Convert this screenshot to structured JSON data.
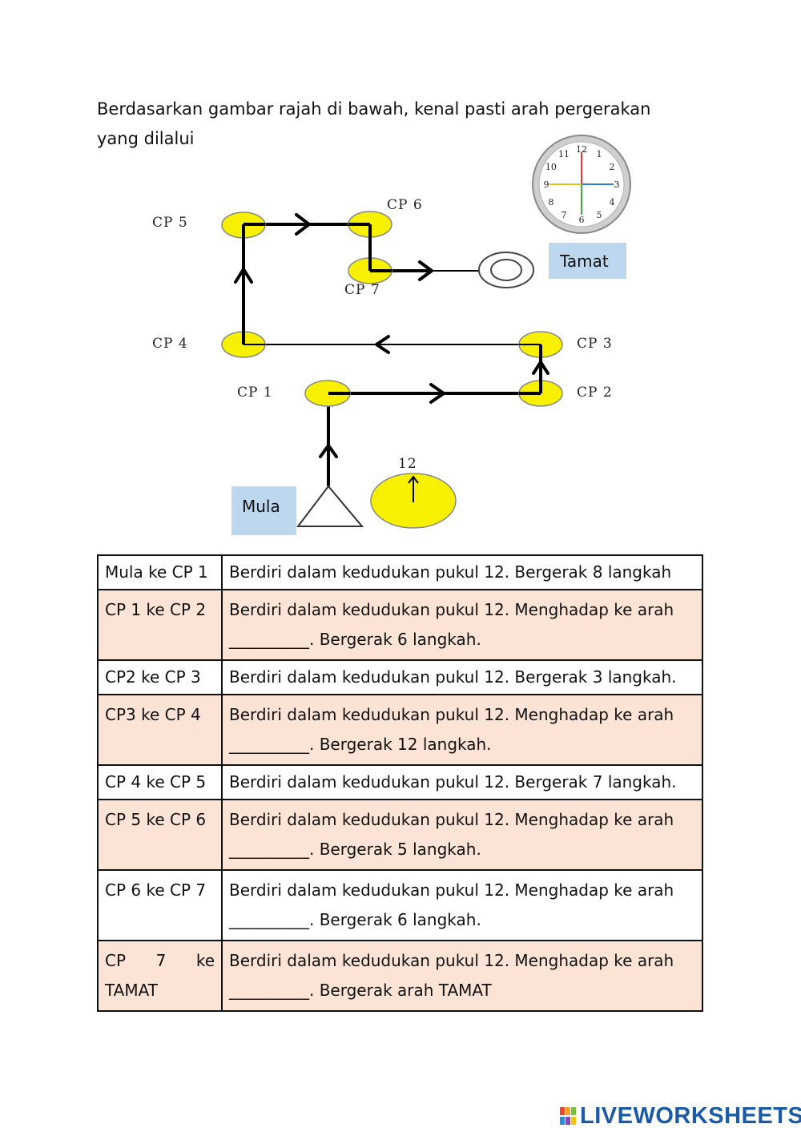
{
  "instruction": {
    "line1": "Berdasarkan gambar rajah di bawah, kenal pasti arah pergerakan",
    "line2": "yang dilalui"
  },
  "diagram": {
    "checkpoints": {
      "cp1": "CP 1",
      "cp2": "CP 2",
      "cp3": "CP 3",
      "cp4": "CP 4",
      "cp5": "CP 5",
      "cp6": "CP 6",
      "cp7": "CP 7"
    },
    "start_label": "Mula",
    "end_label": "Tamat",
    "compass_label": "12",
    "clock_numbers": [
      "12",
      "1",
      "2",
      "3",
      "4",
      "5",
      "6",
      "7",
      "8",
      "9",
      "10",
      "11"
    ],
    "colors": {
      "checkpoint": "#f7f100",
      "label_box": "#bdd7ee",
      "row_shade": "#fbe4d6"
    }
  },
  "table": {
    "rows": [
      {
        "step": "Mula ke CP 1",
        "text": "Berdiri dalam kedudukan pukul 12. Bergerak 8 langkah",
        "shaded": false
      },
      {
        "step": "CP 1 ke CP 2",
        "text": "Berdiri dalam kedudukan pukul 12. Menghadap ke arah __________. Bergerak 6 langkah.",
        "shaded": true
      },
      {
        "step": "CP2 ke CP 3",
        "text": "Berdiri dalam kedudukan pukul 12. Bergerak 3 langkah.",
        "shaded": false
      },
      {
        "step": "CP3 ke CP 4",
        "text": "Berdiri dalam kedudukan pukul 12. Menghadap ke arah __________. Bergerak 12 langkah.",
        "shaded": true
      },
      {
        "step": "CP 4 ke CP 5",
        "text": "Berdiri dalam kedudukan pukul 12. Bergerak 7 langkah.",
        "shaded": false
      },
      {
        "step": "CP 5 ke CP 6",
        "text": "Berdiri dalam kedudukan pukul 12. Menghadap ke arah __________. Bergerak 5 langkah.",
        "shaded": true
      },
      {
        "step": "CP 6 ke CP 7",
        "text": "Berdiri dalam kedudukan pukul 12. Menghadap ke arah __________. Bergerak 6 langkah.",
        "shaded": false
      },
      {
        "step": "CP 7 ke TAMAT",
        "text": "Berdiri dalam kedudukan pukul 12. Menghadap ke arah __________. Bergerak arah TAMAT",
        "shaded": true
      }
    ]
  },
  "footer": {
    "logo_text": "LIVEWORKSHEETS"
  }
}
